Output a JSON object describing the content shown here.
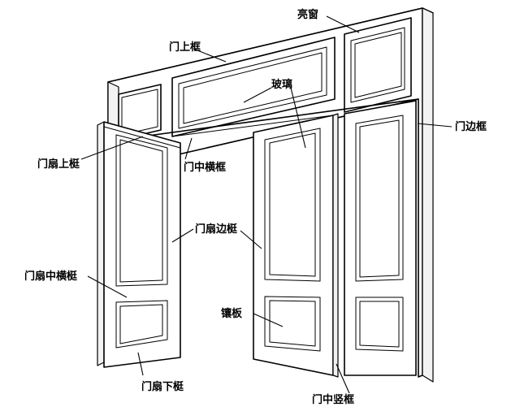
{
  "labels": {
    "transom_window": "亮窗",
    "door_top_frame": "门上框",
    "glass": "玻璃",
    "door_side_frame": "门边框",
    "leaf_top_rail": "门扇上梃",
    "door_mid_transom": "门中横框",
    "leaf_stile": "门扇边梃",
    "leaf_mid_rail": "门扇中横梃",
    "panel": "镶板",
    "leaf_bottom_rail": "门扇下梃",
    "door_mid_mullion": "门中竖框"
  }
}
